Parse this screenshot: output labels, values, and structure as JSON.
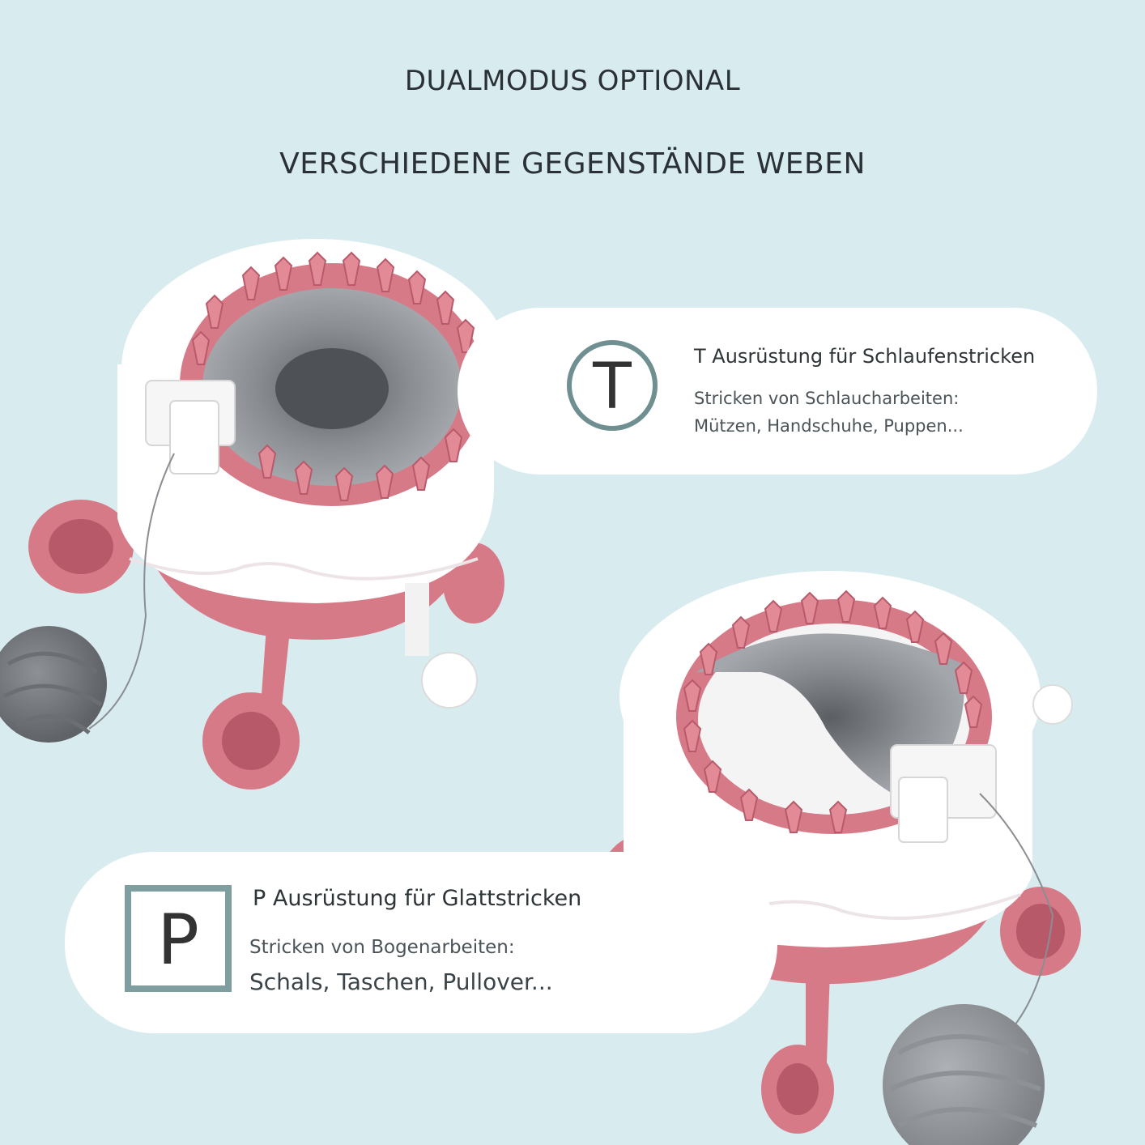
{
  "header": {
    "line1": "DUALMODUS OPTIONAL",
    "line2": "VERSCHIEDENE GEGENSTÄNDE WEBEN"
  },
  "option_t": {
    "badge_letter": "T",
    "title": "T Ausrüstung für Schlaufenstricken",
    "description_line1": "Stricken von Schlaucharbeiten:",
    "description_line2": "Mützen, Handschuhe, Puppen..."
  },
  "option_p": {
    "badge_letter": "P",
    "title": "P Ausrüstung für Glattstricken",
    "description_line1": "Stricken von Bogenarbeiten:",
    "description_line2": "Schals, Taschen, Pullover..."
  },
  "colors": {
    "background": "#d8ebee",
    "loom_pink": "#d77a88",
    "loom_white": "#ffffff",
    "yarn_gray": "#7a7d82",
    "badge_border": "#6f8f90"
  }
}
